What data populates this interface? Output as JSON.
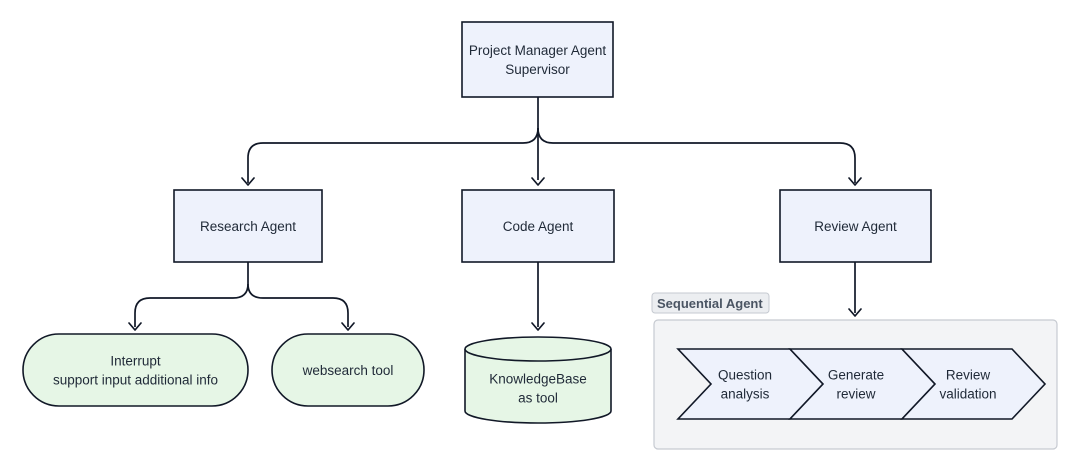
{
  "nodes": {
    "supervisor": {
      "lines": [
        "Project Manager Agent",
        "Supervisor"
      ]
    },
    "research": {
      "lines": [
        "Research Agent"
      ]
    },
    "code": {
      "lines": [
        "Code Agent"
      ]
    },
    "review": {
      "lines": [
        "Review Agent"
      ]
    },
    "interrupt": {
      "lines": [
        "Interrupt",
        "support input additional info"
      ]
    },
    "websearch": {
      "lines": [
        "websearch tool"
      ]
    },
    "knowledgebase": {
      "lines": [
        "KnowledgeBase",
        "as tool"
      ]
    }
  },
  "sequential": {
    "label": "Sequential Agent",
    "steps": [
      {
        "lines": [
          "Question",
          "analysis"
        ]
      },
      {
        "lines": [
          "Generate",
          "review"
        ]
      },
      {
        "lines": [
          "Review",
          "validation"
        ]
      }
    ]
  },
  "colors": {
    "agent_fill": "#eef2fc",
    "tool_fill": "#e6f6e6",
    "group_fill": "#f3f4f6",
    "stroke": "#111827"
  }
}
